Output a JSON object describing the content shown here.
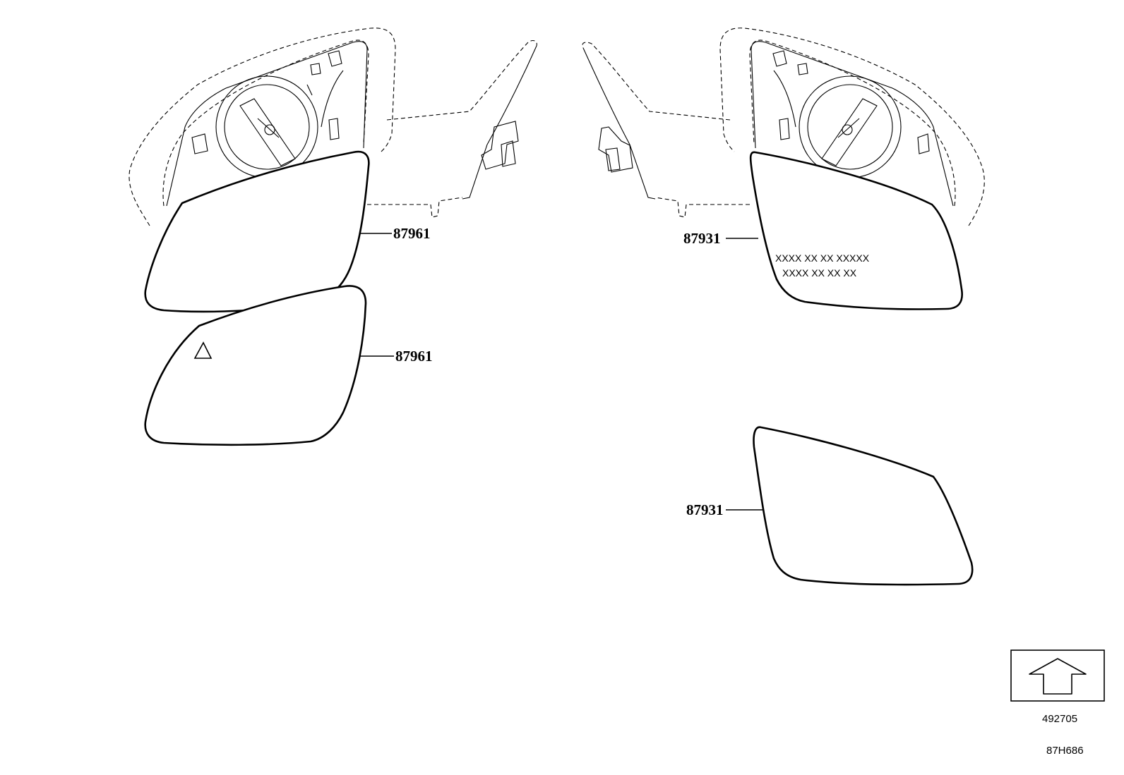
{
  "parts": {
    "left_upper": "87961",
    "left_lower": "87961",
    "right_upper": "87931",
    "right_lower": "87931"
  },
  "glass_marking": {
    "line1": "XXXX XX XX XXXXX",
    "line2": "XXXX XX XX XX"
  },
  "footer": {
    "illustration_no": "492705",
    "diagram_code": "87H686"
  },
  "icons": {
    "front_arrow": "up-arrow-icon",
    "blind_spot": "triangle-warning-icon"
  }
}
